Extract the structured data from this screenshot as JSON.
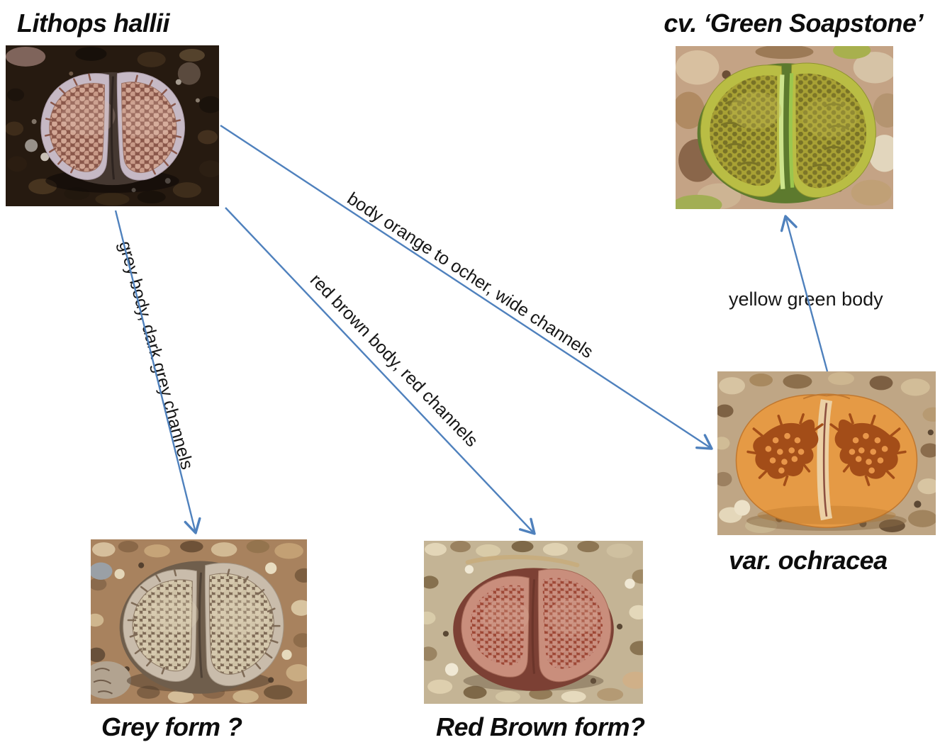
{
  "diagram": {
    "background": "#ffffff",
    "arrow_color": "#4f81bd",
    "text_color": "#0d0d0d",
    "nodes": [
      {
        "id": "lithops-hallii",
        "label": "Lithops hallii",
        "photo_desc": "grey-lilac two-lobed Lithops with pink-brown netted tops on dark soil"
      },
      {
        "id": "green-soapstone",
        "label": "cv. ‘Green Soapstone’",
        "photo_desc": "yellow-green two-lobed Lithops with olive dimpled tops on tan rocks"
      },
      {
        "id": "ochracea",
        "label": "var. ochracea",
        "photo_desc": "orange two-lobed Lithops with broad dark rust channels on tan pebbles"
      },
      {
        "id": "grey-form",
        "label": "Grey form ?",
        "photo_desc": "grey-taupe two-lobed Lithops with dark grey reticulated channels on rust gravel"
      },
      {
        "id": "red-brown-form",
        "label": "Red Brown form?",
        "photo_desc": "salmon red-brown two-lobed Lithops with fine red channel network on light gravel"
      }
    ],
    "edges": [
      {
        "from": "lithops-hallii",
        "to": "grey-form",
        "label": "grey body, dark grey channels"
      },
      {
        "from": "lithops-hallii",
        "to": "red-brown-form",
        "label": "red brown body, red channels"
      },
      {
        "from": "lithops-hallii",
        "to": "ochracea",
        "label": "body orange to ocher, wide channels"
      },
      {
        "from": "ochracea",
        "to": "green-soapstone",
        "label": "yellow green body"
      }
    ]
  }
}
